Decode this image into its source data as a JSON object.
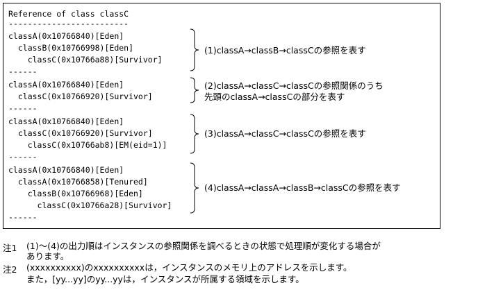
{
  "box": {
    "header": "Reference of class classC",
    "rule": "-------------------------",
    "sep": "------",
    "groups": [
      {
        "lines": [
          "classA(0x10766840)[Eden]",
          "  classB(0x10766998)[Eden]",
          "    classC(0x10766a88)[Survivor]"
        ],
        "desc": [
          "(1)classA→classB→classCの参照を表す"
        ]
      },
      {
        "lines": [
          "classA(0x10766840)[Eden]",
          "  classC(0x10766920)[Survivor]"
        ],
        "desc": [
          "(2)classA→classC→classCの参照関係のうち",
          "   先頭のclassA→classCの部分を表す"
        ]
      },
      {
        "lines": [
          "classA(0x10766840)[Eden]",
          "  classC(0x10766920)[Survivor]",
          "    classC(0x10766ab8)[EM(eid=1)]"
        ],
        "desc": [
          "(3)classA→classC→classCの参照を表す"
        ]
      },
      {
        "lines": [
          "classA(0x10766840)[Eden]",
          "  classA(0x10766858)[Tenured]",
          "    classB(0x10766968)[Eden]",
          "      classC(0x10766a28)[Survivor]"
        ],
        "desc": [
          "(4)classA→classA→classB→classCの参照を表す"
        ]
      }
    ]
  },
  "notes": [
    {
      "label": "注1",
      "lines": [
        "(1)～(4)の出力順はインスタンスの参照関係を調べるときの状態で処理順が変化する場合が",
        "あります。"
      ]
    },
    {
      "label": "注2",
      "lines": [
        "(xxxxxxxxxx)のxxxxxxxxxxは，インスタンスのメモリ上のアドレスを示します。",
        "また，[yy...yy]のyy...yyは，インスタンスが所属する領域を示します。"
      ]
    }
  ]
}
